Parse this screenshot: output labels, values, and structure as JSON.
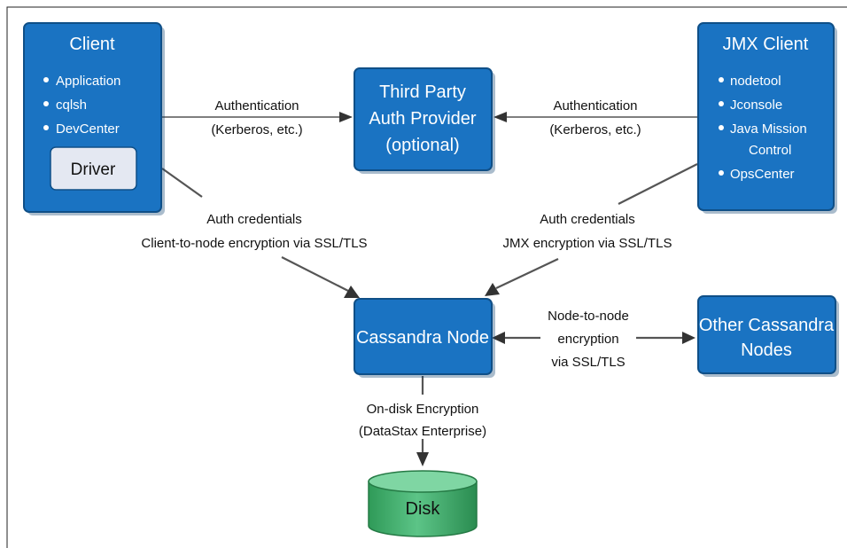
{
  "nodes": {
    "client": {
      "title": "Client",
      "items": [
        "Application",
        "cqlsh",
        "DevCenter"
      ],
      "driver": "Driver"
    },
    "auth_provider": {
      "lines": [
        "Third Party",
        "Auth Provider",
        "(optional)"
      ]
    },
    "jmx_client": {
      "title": "JMX Client",
      "items": [
        "nodetool",
        "Jconsole",
        "Java Mission",
        "Control",
        "OpsCenter"
      ]
    },
    "cassandra_node": {
      "title": "Cassandra Node"
    },
    "other_nodes": {
      "lines": [
        "Other Cassandra",
        "Nodes"
      ]
    },
    "disk": {
      "title": "Disk"
    }
  },
  "edges": {
    "client_auth": {
      "line1": "Authentication",
      "line2": "(Kerberos, etc.)"
    },
    "jmx_auth": {
      "line1": "Authentication",
      "line2": "(Kerberos, etc.)"
    },
    "client_node": {
      "line1": "Auth credentials",
      "line2": "Client-to-node encryption via SSL/TLS"
    },
    "jmx_node": {
      "line1": "Auth credentials",
      "line2": "JMX encryption via SSL/TLS"
    },
    "node_node": {
      "line1": "Node-to-node",
      "line2": "encryption",
      "line3": "via SSL/TLS"
    },
    "node_disk": {
      "line1": "On-disk Encryption",
      "line2": "(DataStax Enterprise)"
    }
  },
  "colors": {
    "box_fill": "#1a73c2",
    "disk_fill": "#3fae6a",
    "driver_fill": "#e4e8f2",
    "line": "#555555"
  }
}
